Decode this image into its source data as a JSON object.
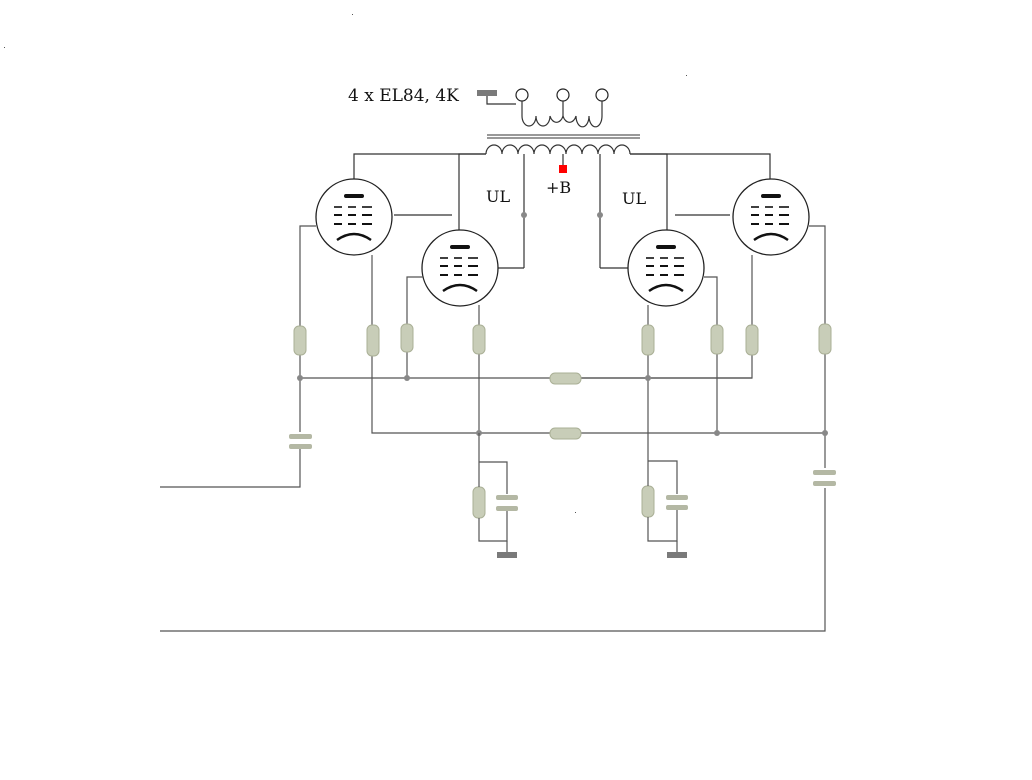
{
  "schematic": {
    "title": "4 x EL84, 4K",
    "supply_label": "+B",
    "ul_left_label": "UL",
    "ul_right_label": "UL"
  },
  "colors": {
    "wire": "#333333",
    "component": "#c8cdb8",
    "supply_marker": "#ff0000",
    "ground": "#7a7a7a"
  }
}
